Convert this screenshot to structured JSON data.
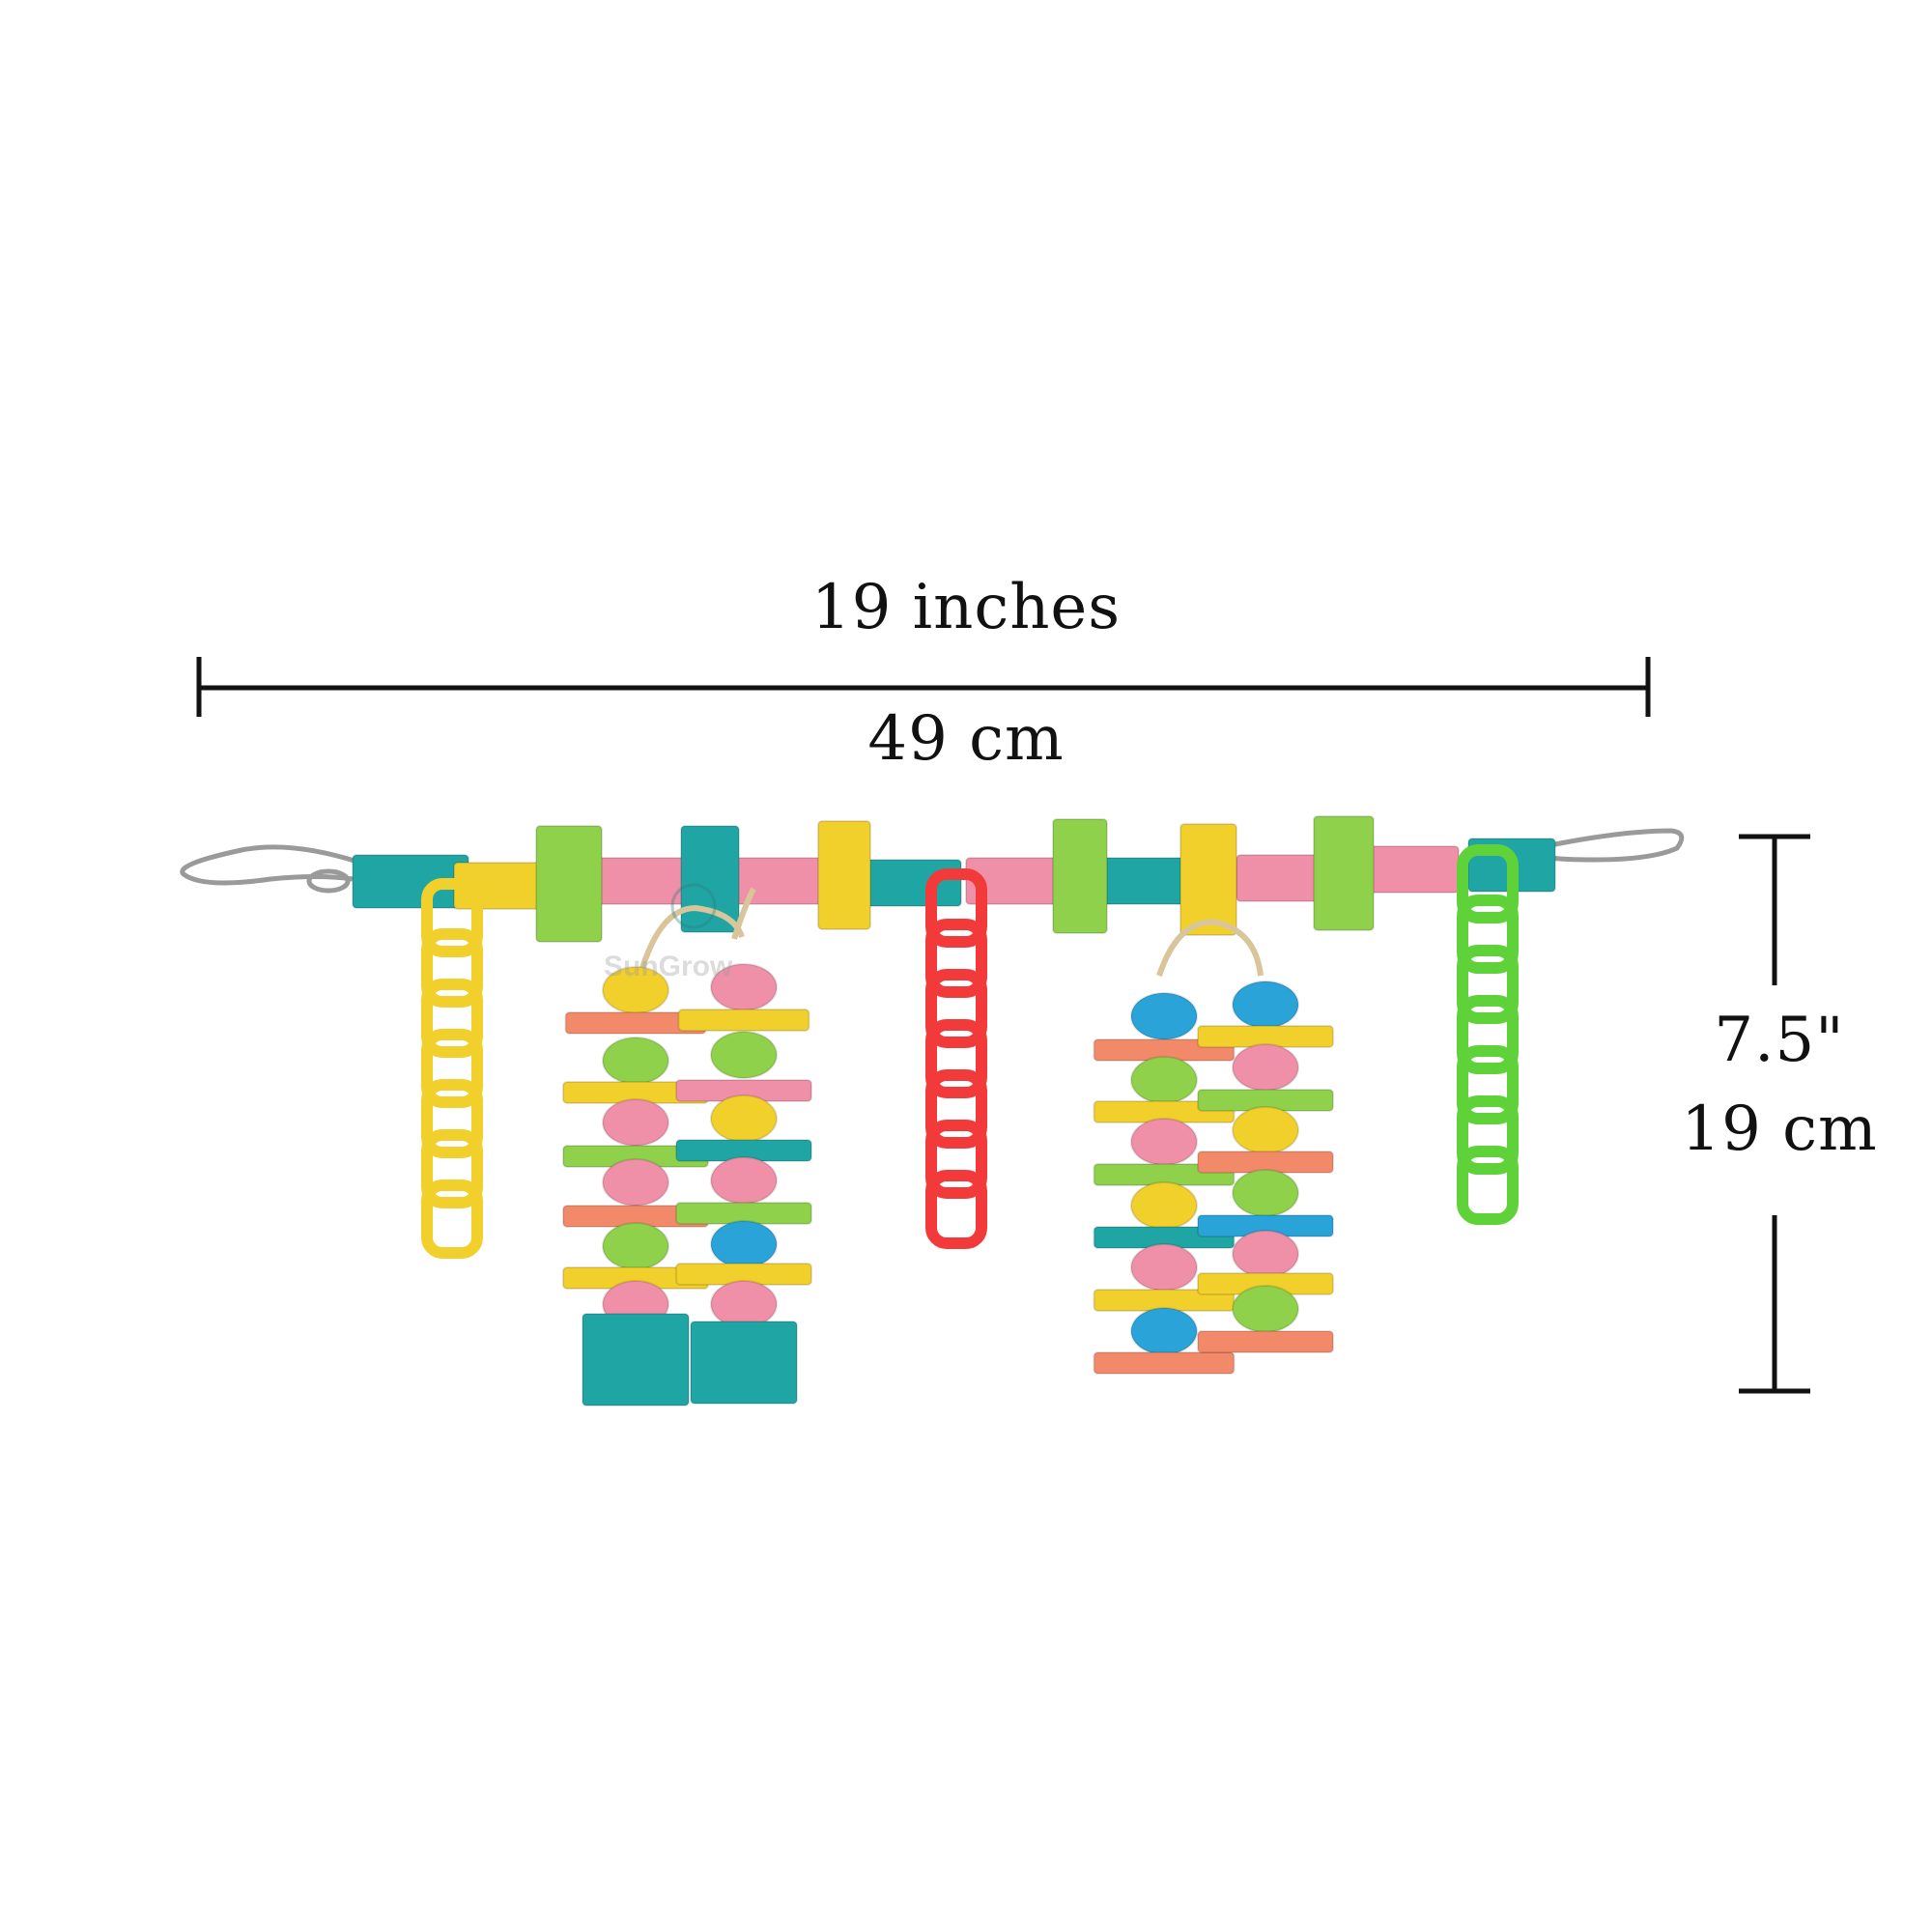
{
  "dimensions": {
    "width_inches": "19 inches",
    "width_cm": "49 cm",
    "height_inches": "7.5\"",
    "height_cm": "19 cm"
  },
  "watermark": "SunGrow",
  "colors": {
    "teal": "#1fa6a4",
    "yellow": "#f2d02c",
    "lime": "#8fd14a",
    "pink": "#ef8fa8",
    "red": "#f23a3a",
    "green": "#5fd23a",
    "blue": "#2aa3d8",
    "orange": "#f28a6a",
    "rope": "#d8c59a"
  }
}
